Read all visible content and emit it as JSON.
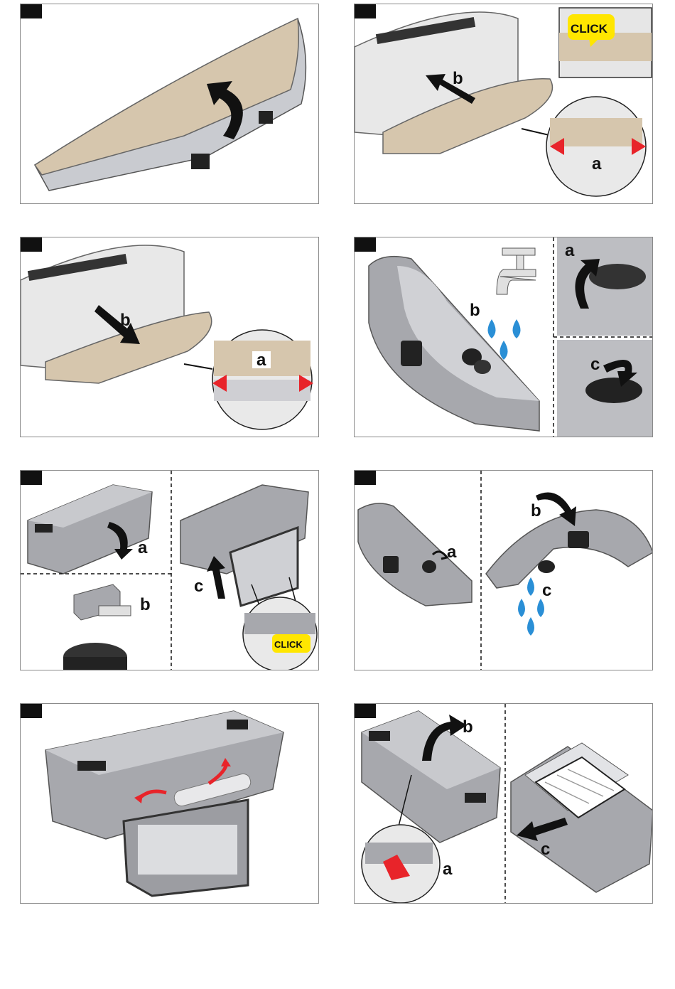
{
  "labels": {
    "a": "a",
    "b": "b",
    "c": "c",
    "click": "CLICK"
  },
  "colors": {
    "mop": "#d6c6ad",
    "plastic": "#a7a8ad",
    "plastic_dark": "#7e7f85",
    "arrow": "#111111",
    "red_arrow": "#e8242a",
    "water": "#2a8fd6",
    "click_bg": "#ffe600"
  },
  "icons": [
    "curved-arrow-icon",
    "water-drop-icon",
    "tap-icon",
    "red-arrow-icon",
    "click-bubble-icon"
  ]
}
